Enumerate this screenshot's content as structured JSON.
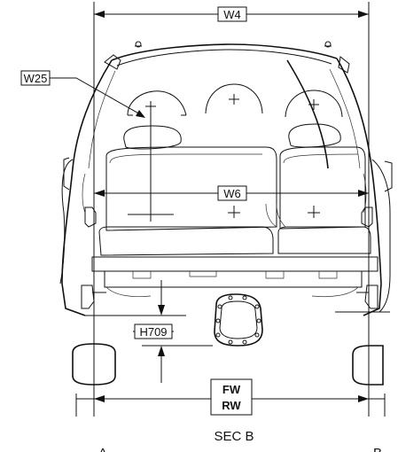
{
  "dimensions": {
    "w4": "W4",
    "w25": "W25",
    "w6": "W6",
    "h709": "H709",
    "fw": "FW",
    "rw": "RW"
  },
  "caption": "SEC B",
  "cut_markers": {
    "left": "A",
    "right": "B"
  }
}
